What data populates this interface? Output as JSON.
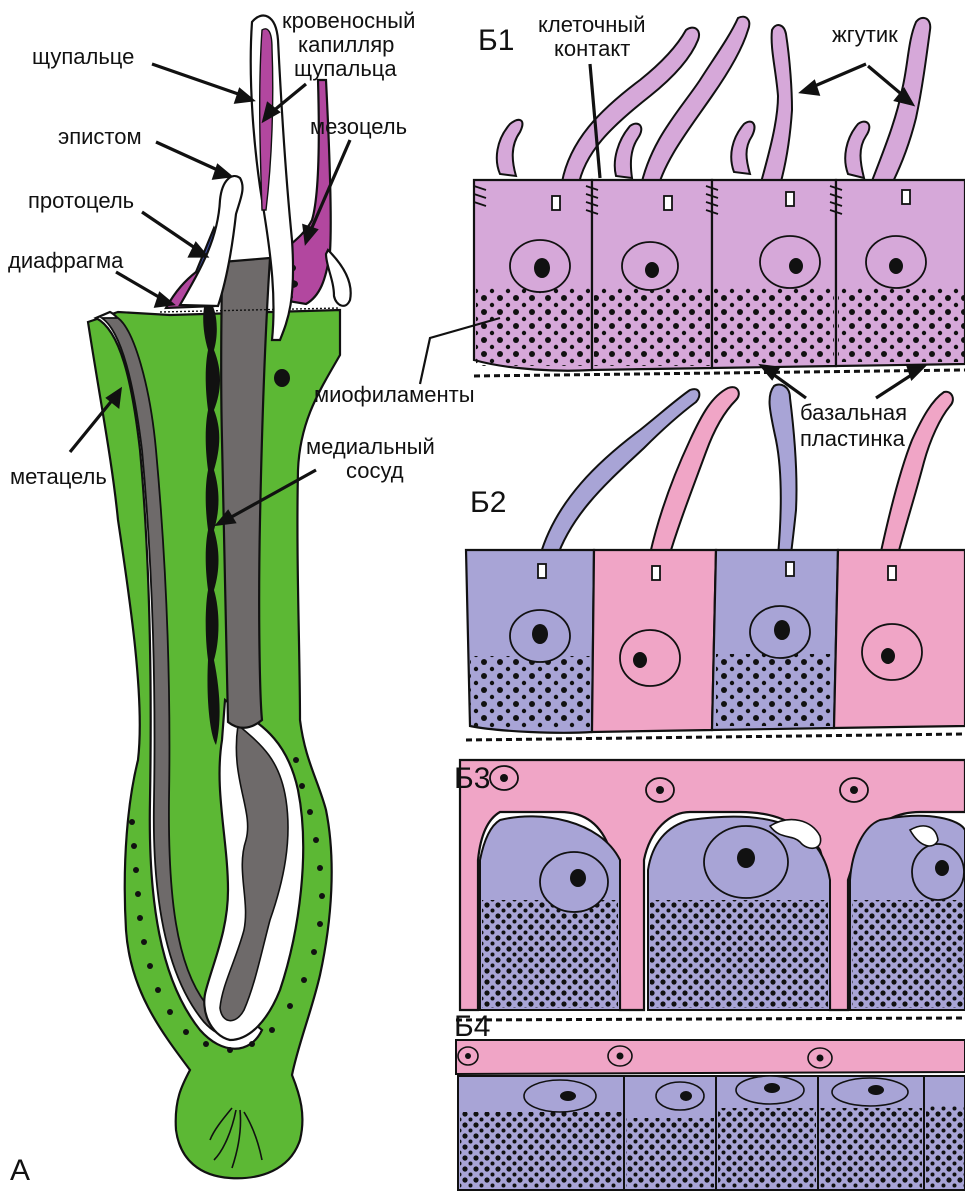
{
  "panel_labels": {
    "a": "А",
    "b1": "Б1",
    "b2": "Б2",
    "b3": "Б3",
    "b4": "Б4"
  },
  "labels": {
    "tentacle": "щупальце",
    "capillary_line1": "кровеносный",
    "capillary_line2": "капилляр",
    "capillary_line3": "щупальца",
    "epistome": "эпистом",
    "mesocoel": "мезоцель",
    "protocoel": "протоцель",
    "diaphragm": "диафрагма",
    "metacoel": "метацель",
    "medial_vessel_line1": "медиальный",
    "medial_vessel_line2": "сосуд",
    "cell_contact_line1": "клеточный",
    "cell_contact_line2": "контакт",
    "flagellum": "жгутик",
    "myofilaments": "миофиламенты",
    "basal_lamina_line1": "базальная",
    "basal_lamina_line2": "пластинка"
  },
  "colors": {
    "green": "#5cb834",
    "gray": "#6e6a6a",
    "magenta": "#b2479f",
    "blue": "#3f4fa8",
    "lilac": "#d6a8d9",
    "lavender": "#a8a4d6",
    "pink": "#f0a5c6"
  }
}
